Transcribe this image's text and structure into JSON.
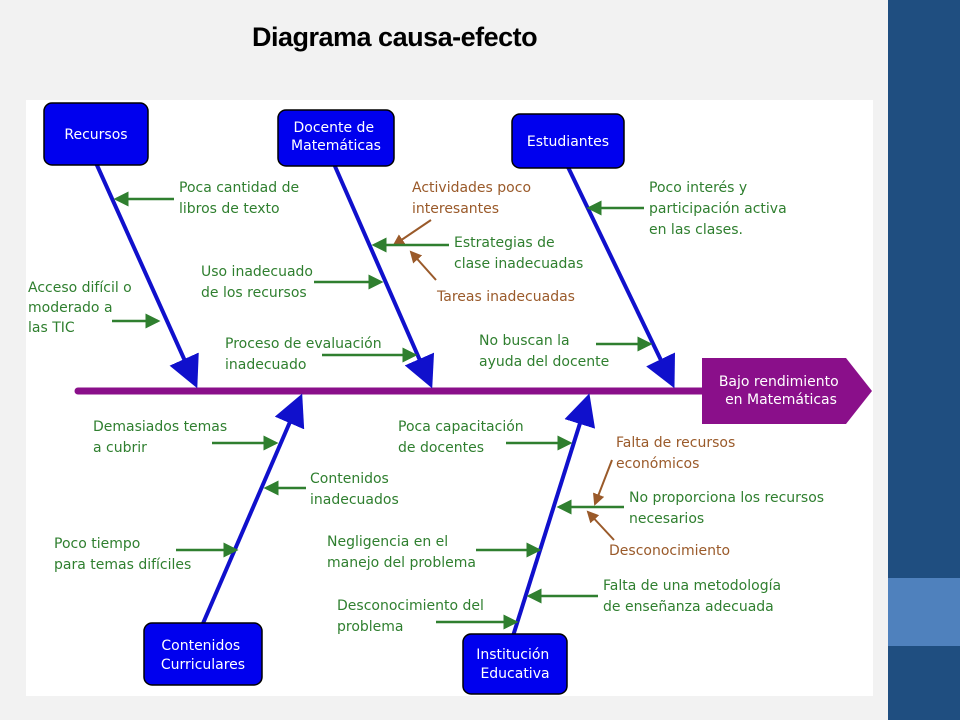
{
  "title": "Diagrama causa-efecto",
  "colors": {
    "bone": "#1010cc",
    "spine": "#8a0f8a",
    "box": "#0000ee",
    "cause": "#2f7f2f",
    "subcause": "#9a5a2a",
    "effect_box": "#8a0f8a"
  },
  "effect": [
    "Bajo rendimiento",
    "en Matemáticas"
  ],
  "categories": {
    "recursos": [
      "Recursos"
    ],
    "docente": [
      "Docente de",
      "Matemáticas"
    ],
    "estudiantes": [
      "Estudiantes"
    ],
    "contenidos": [
      "Contenidos",
      "Curriculares"
    ],
    "institucion": [
      "Institución",
      "Educativa"
    ]
  },
  "causes": {
    "libros": [
      "Poca cantidad de",
      "libros de texto"
    ],
    "tic": [
      "Acceso difícil o",
      "moderado a",
      "las TIC"
    ],
    "actividades": [
      "Actividades poco",
      "interesantes"
    ],
    "estrategias": [
      "Estrategias de",
      "clase inadecuadas"
    ],
    "tareas": [
      "Tareas inadecuadas"
    ],
    "uso_recursos": [
      "Uso inadecuado",
      "de los recursos"
    ],
    "evaluacion": [
      "Proceso de evaluación",
      "inadecuado"
    ],
    "interes": [
      "Poco interés y",
      "participación activa",
      "en las clases."
    ],
    "ayuda": [
      "No buscan la",
      "ayuda del docente"
    ],
    "temas": [
      "Demasiados temas",
      "a cubrir"
    ],
    "contenidos_inad": [
      "Contenidos",
      "inadecuados"
    ],
    "tiempo": [
      "Poco tiempo",
      "para temas difíciles"
    ],
    "capacitacion": [
      "Poca capacitación",
      "de docentes"
    ],
    "economicos": [
      "Falta de recursos",
      "económicos"
    ],
    "proporciona": [
      "No proporciona los recursos",
      "necesarios"
    ],
    "desconocimiento_sub": [
      "Desconocimiento"
    ],
    "negligencia": [
      "Negligencia en el",
      "manejo del problema"
    ],
    "metodologia": [
      "Falta de una metodología",
      "de enseñanza adecuada"
    ],
    "desconocimiento": [
      "Desconocimiento del",
      "problema"
    ]
  }
}
